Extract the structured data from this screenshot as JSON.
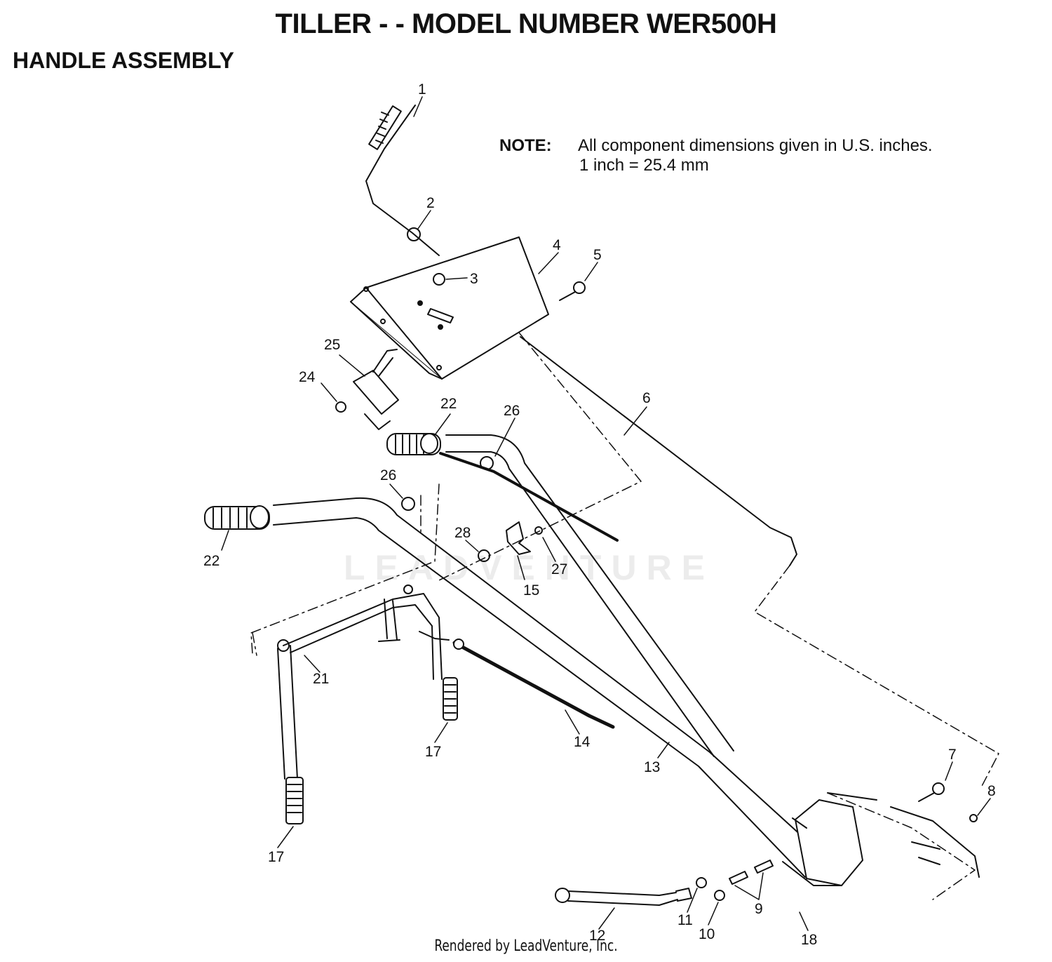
{
  "title": "TILLER - - MODEL NUMBER WER500H",
  "subtitle": "HANDLE ASSEMBLY",
  "note": {
    "label": "NOTE:",
    "line1": "All component dimensions given in U.S. inches.",
    "line2": "1 inch = 25.4 mm"
  },
  "watermark": "LEADVENTURE",
  "footer": "Rendered by LeadVenture, Inc.",
  "callouts": {
    "c1": "1",
    "c2": "2",
    "c3": "3",
    "c4": "4",
    "c5": "5",
    "c6": "6",
    "c7": "7",
    "c8": "8",
    "c9": "9",
    "c10": "10",
    "c11": "11",
    "c12": "12",
    "c13": "13",
    "c14": "14",
    "c15": "15",
    "c17a": "17",
    "c17b": "17",
    "c18": "18",
    "c21": "21",
    "c22a": "22",
    "c22b": "22",
    "c24": "24",
    "c25": "25",
    "c26a": "26",
    "c26b": "26",
    "c27": "27",
    "c28": "28"
  }
}
